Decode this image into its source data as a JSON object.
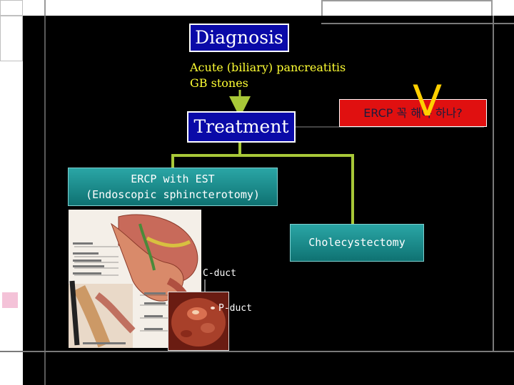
{
  "diagnosis": {
    "title": "Diagnosis",
    "findings": [
      "Acute (biliary) pancreatitis",
      "GB stones"
    ]
  },
  "treatment": {
    "title": "Treatment"
  },
  "question": {
    "text": "ERCP 꼭 해야 하나?"
  },
  "check_mark": "V",
  "ercp": {
    "line1": "ERCP with EST",
    "line2": "(Endoscopic sphincterotomy)"
  },
  "cholecystectomy": {
    "label": "Cholecystectomy"
  },
  "figure": {
    "c_duct_label": "C-duct",
    "p_duct_label": "P-duct"
  },
  "colors": {
    "background": "#000000",
    "blue_box": "#0a0aa8",
    "findings_text": "#ffff33",
    "question_box": "#e01010",
    "teal_box": "#1a8c8c",
    "connector": "#a8c838",
    "check_mark": "#ffd000"
  }
}
